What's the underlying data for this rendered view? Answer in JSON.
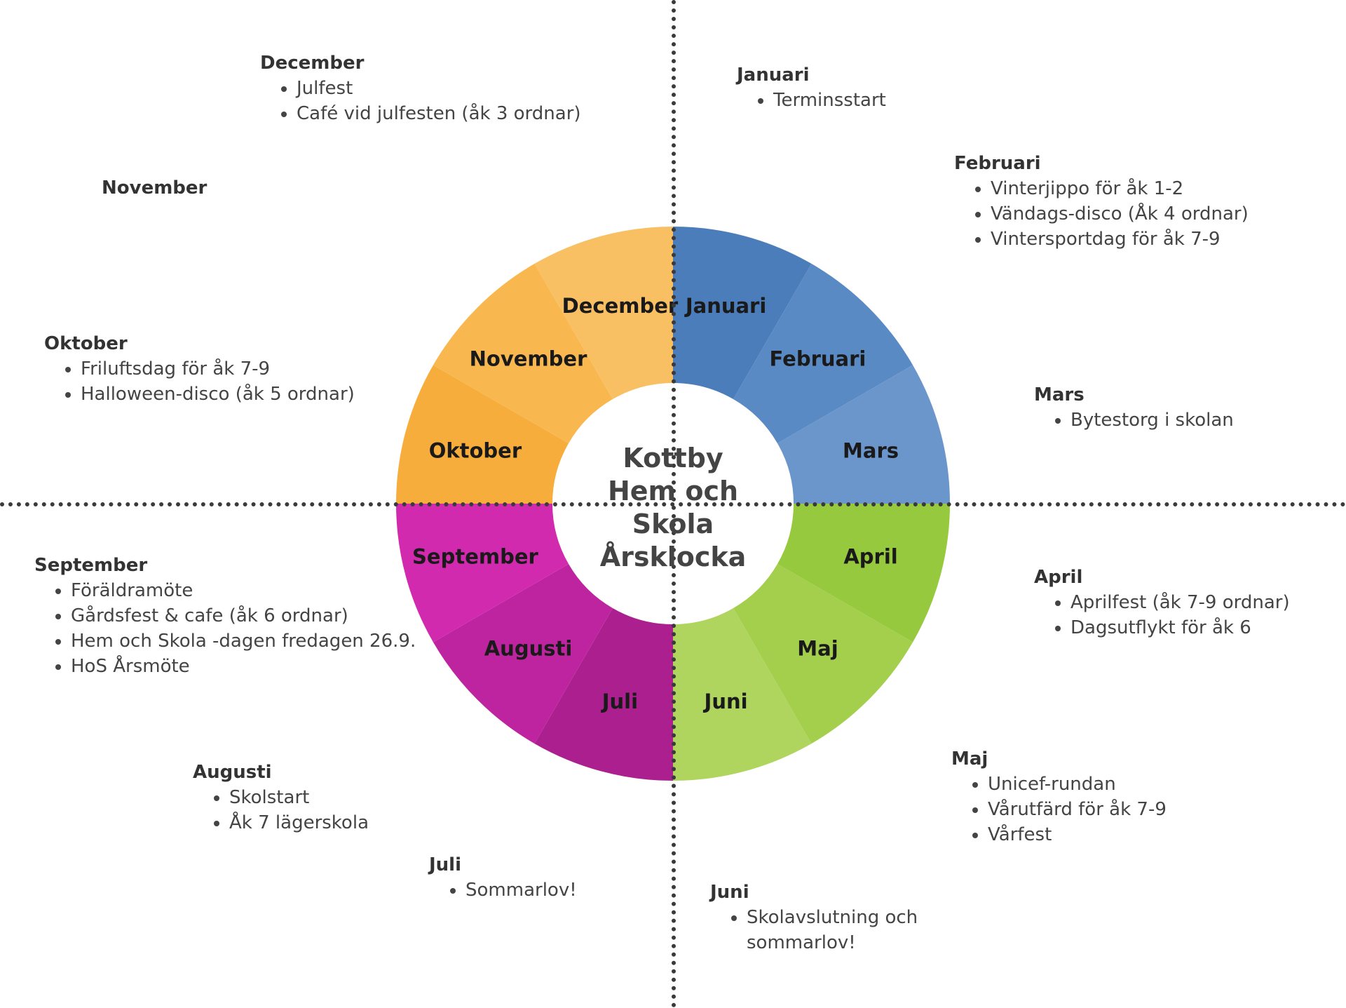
{
  "center_title": [
    "Kottby",
    "Hem och",
    "Skola",
    "Årsklocka"
  ],
  "colors": {
    "divider": "#3a3a3a",
    "label": "#1a1a1a",
    "text": "#444444"
  },
  "wheel": {
    "segments": [
      {
        "label": "Januari",
        "color": "#4a7dba"
      },
      {
        "label": "Februari",
        "color": "#5a8ac4"
      },
      {
        "label": "Mars",
        "color": "#6b96cc"
      },
      {
        "label": "April",
        "color": "#96c93d"
      },
      {
        "label": "Maj",
        "color": "#a3cf4c"
      },
      {
        "label": "Juni",
        "color": "#afd55e"
      },
      {
        "label": "Juli",
        "color": "#ab1f8f"
      },
      {
        "label": "Augusti",
        "color": "#bf24a0"
      },
      {
        "label": "September",
        "color": "#d12aae"
      },
      {
        "label": "Oktober",
        "color": "#f7ad3b"
      },
      {
        "label": "November",
        "color": "#f8b84f"
      },
      {
        "label": "December",
        "color": "#f9c063"
      }
    ]
  },
  "events": {
    "januari": {
      "title": "Januari",
      "items": [
        "Terminsstart"
      ]
    },
    "februari": {
      "title": "Februari",
      "items": [
        "Vinterjippo för åk 1-2",
        "Vändags-disco (Åk 4 ordnar)",
        "Vintersportdag för åk 7-9"
      ]
    },
    "mars": {
      "title": "Mars",
      "items": [
        "Bytestorg i skolan"
      ]
    },
    "april": {
      "title": "April",
      "items": [
        "Aprilfest (åk 7-9 ordnar)",
        "Dagsutflykt för åk 6"
      ]
    },
    "maj": {
      "title": "Maj",
      "items": [
        "Unicef-rundan",
        "Vårutfärd för åk 7-9",
        "Vårfest"
      ]
    },
    "juni": {
      "title": "Juni",
      "items": [
        "Skolavslutning och sommarlov!"
      ]
    },
    "juli": {
      "title": "Juli",
      "items": [
        "Sommarlov!"
      ]
    },
    "augusti": {
      "title": "Augusti",
      "items": [
        "Skolstart",
        "Åk 7 lägerskola"
      ]
    },
    "september": {
      "title": "September",
      "items": [
        "Föräldramöte",
        "Gårdsfest & cafe (åk 6 ordnar)",
        "Hem och Skola -dagen fredagen 26.9.",
        "HoS Årsmöte"
      ]
    },
    "oktober": {
      "title": "Oktober",
      "items": [
        "Friluftsdag för åk 7-9",
        "Halloween-disco (åk 5 ordnar)"
      ]
    },
    "november": {
      "title": "November",
      "items": []
    },
    "december": {
      "title": "December",
      "items": [
        "Julfest",
        "Café vid julfesten (åk 3 ordnar)"
      ]
    }
  }
}
